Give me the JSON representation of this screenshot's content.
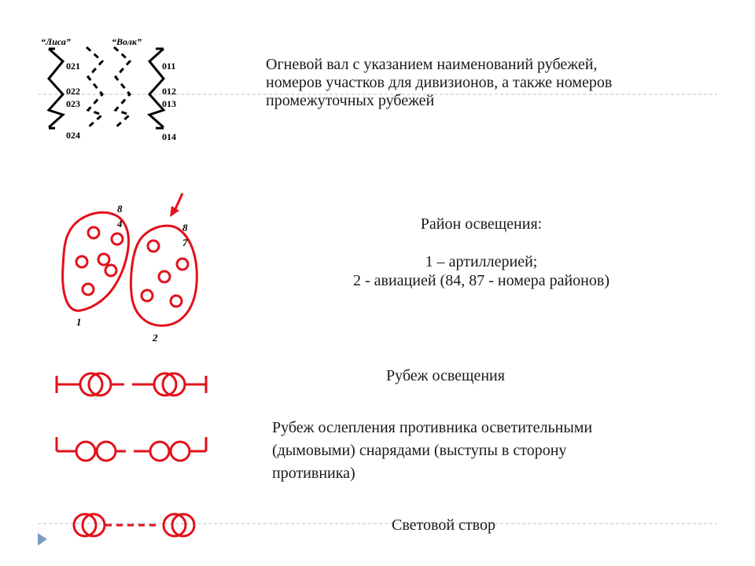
{
  "colors": {
    "accent": "#e2111a",
    "guide": "#a9c4da",
    "text": "#1a1a1a",
    "bullet": "#7a9cc0"
  },
  "fire_barrage": {
    "label_left": "“Лиса”",
    "label_right": "“Волк”",
    "left_numbers": [
      "021",
      "022",
      "023",
      "024"
    ],
    "right_numbers": [
      "011",
      "012",
      "013",
      "014"
    ],
    "caption_lines": [
      "Огневой вал с указанием наименований рубежей,",
      "номеров участков для дивизионов, а также номеров",
      "промежуточных рубежей"
    ]
  },
  "illumination_area": {
    "area1_digits": [
      "8",
      "4"
    ],
    "area2_digits": [
      "8",
      "7"
    ],
    "area1_label": "1",
    "area2_label": "2",
    "caption_title": "Район освещения:",
    "caption_line1": "1 – артиллерией;",
    "caption_line2": "2 - авиацией (84, 87 - номера районов)"
  },
  "illumination_line": {
    "caption": "Рубеж освещения"
  },
  "blinding_line": {
    "caption_lines": [
      "Рубеж ослепления противника осветительными",
      "(дымовыми) снарядами (выступы в сторону",
      "противника)"
    ]
  },
  "light_alignment": {
    "caption": "Световой створ"
  },
  "nav": {
    "bullet_icon": "triangle-bullet-icon"
  }
}
